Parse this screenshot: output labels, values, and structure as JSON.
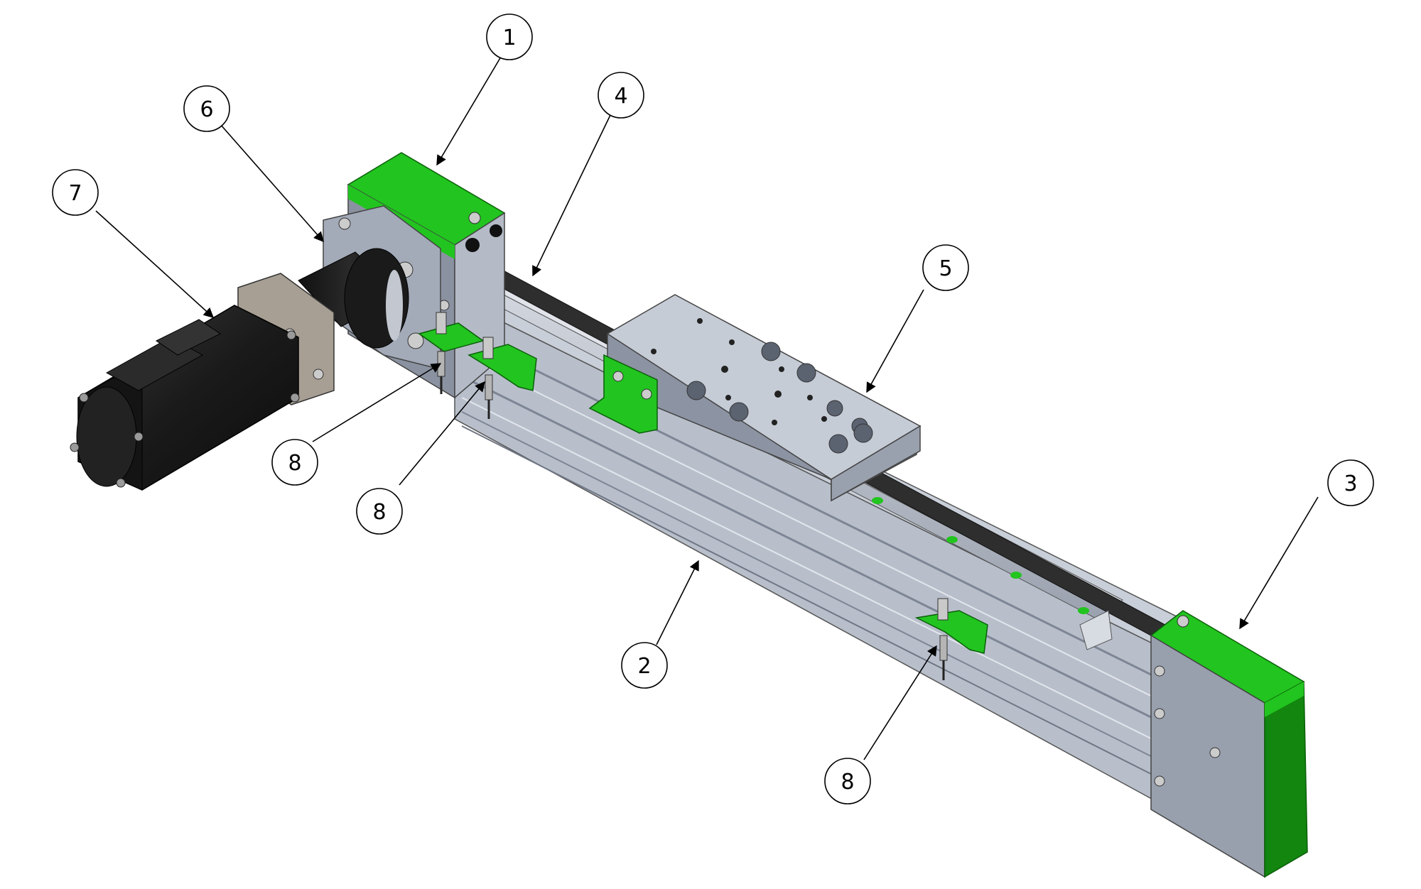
{
  "diagram": {
    "colors": {
      "accent_green": "#22c41f",
      "green_dark": "#12860f",
      "aluminum": "#a9b1bf",
      "aluminum_dark": "#7e8696",
      "belt": "#2e2e2e",
      "motor": "#1b1b1b"
    },
    "callouts": [
      {
        "id": "c1",
        "label": "1"
      },
      {
        "id": "c2",
        "label": "2"
      },
      {
        "id": "c3",
        "label": "3"
      },
      {
        "id": "c4",
        "label": "4"
      },
      {
        "id": "c5",
        "label": "5"
      },
      {
        "id": "c6",
        "label": "6"
      },
      {
        "id": "c7",
        "label": "7"
      },
      {
        "id": "c8a",
        "label": "8"
      },
      {
        "id": "c8b",
        "label": "8"
      },
      {
        "id": "c8c",
        "label": "8"
      }
    ]
  }
}
